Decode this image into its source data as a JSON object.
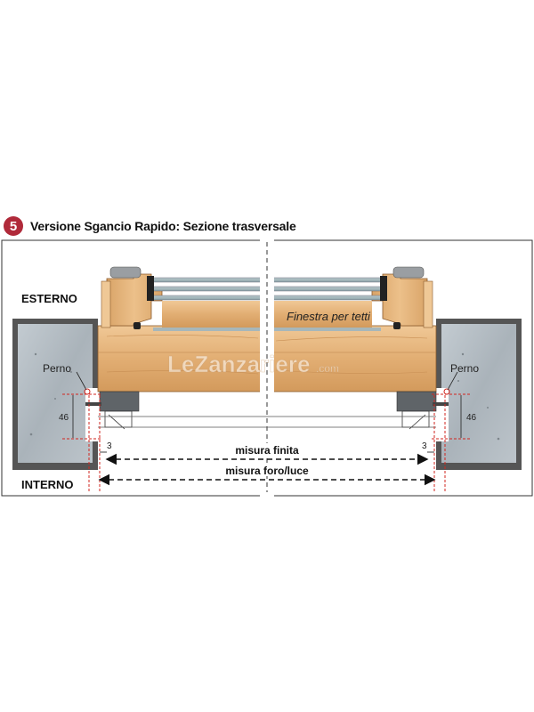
{
  "heading": {
    "step": "5",
    "title": "Versione Sgancio Rapido: Sezione trasversale"
  },
  "labels": {
    "esterno": "ESTERNO",
    "interno": "INTERNO",
    "finestra": "Finestra per tetti",
    "perno": "Perno",
    "watermark_main": "LeZanzariere",
    "watermark_suffix": ".com"
  },
  "dimensions": {
    "perno_height": "46",
    "side_gap": "3",
    "misura_finita": "misura finita",
    "misura_foro": "misura foro/luce"
  },
  "colors": {
    "accent": "#b02a3a",
    "wood": "#e3b47c",
    "concrete": "#b7bfc6",
    "glass": "#9fb3b8",
    "dim_red": "#d2261f"
  }
}
